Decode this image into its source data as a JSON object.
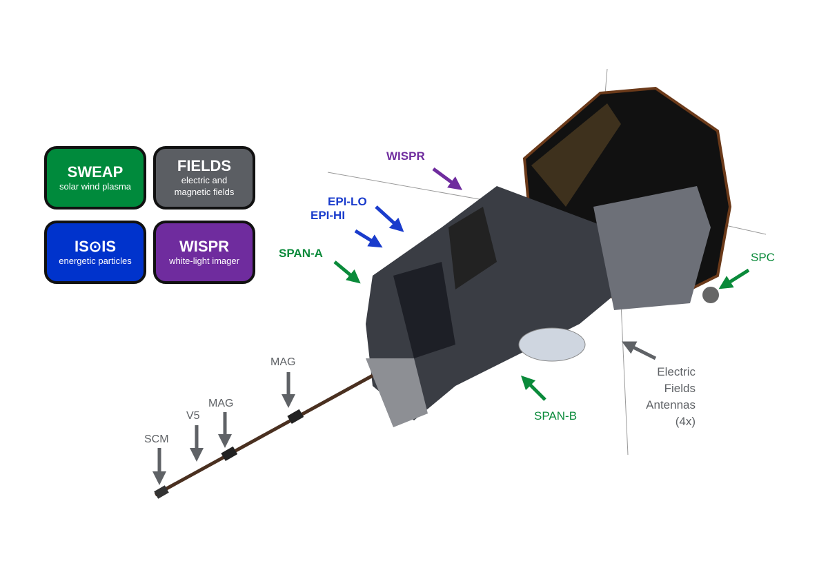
{
  "legend": [
    {
      "title": "SWEAP",
      "subtitle": "solar wind plasma",
      "color": "#008a3c"
    },
    {
      "title": "FIELDS",
      "subtitle": "electric and magnetic fields",
      "color": "#5b5e63"
    },
    {
      "title": "IS⊙IS",
      "subtitle": "energetic particles",
      "color": "#0033cc"
    },
    {
      "title": "WISPR",
      "subtitle": "white-light imager",
      "color": "#6f2c9e"
    }
  ],
  "labels": {
    "wispr": "WISPR",
    "epi_lo": "EPI-LO",
    "epi_hi": "EPI-HI",
    "span_a": "SPAN-A",
    "spc": "SPC",
    "span_b": "SPAN-B",
    "efa_1": "Electric",
    "efa_2": "Fields",
    "efa_3": "Antennas",
    "efa_4": "(4x)",
    "mag_1": "MAG",
    "mag_2": "MAG",
    "v5": "V5",
    "scm": "SCM"
  },
  "colors": {
    "green": "#0a8a3a",
    "blue": "#1a3ccc",
    "purple": "#6f2c9e",
    "gray": "#5f6266"
  }
}
